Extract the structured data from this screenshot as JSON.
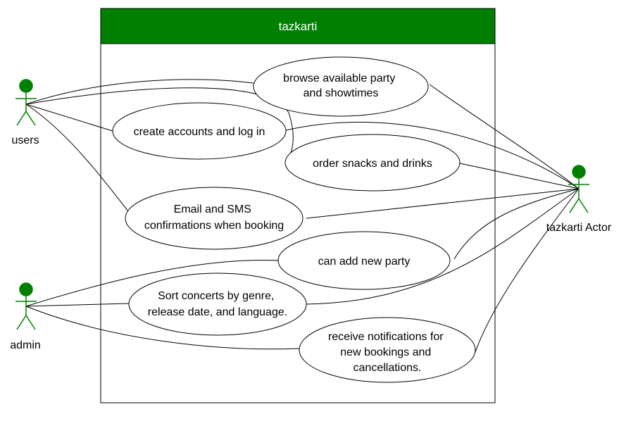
{
  "system": {
    "title": "tazkarti",
    "header_color": "#008000"
  },
  "actors": [
    {
      "id": "users",
      "label": "users",
      "color": "#008000"
    },
    {
      "id": "admin",
      "label": "admin",
      "color": "#008000"
    },
    {
      "id": "tazkarti-actor",
      "label": "tazkarti Actor",
      "color": "#008000"
    }
  ],
  "use_cases": [
    {
      "id": "browse",
      "lines": [
        "browse available party",
        "and showtimes"
      ]
    },
    {
      "id": "accounts",
      "lines": [
        "create accounts and log in"
      ]
    },
    {
      "id": "snacks",
      "lines": [
        "order snacks and drinks"
      ]
    },
    {
      "id": "email",
      "lines": [
        "Email and SMS",
        "confirmations when booking"
      ]
    },
    {
      "id": "add-party",
      "lines": [
        "can add new party"
      ]
    },
    {
      "id": "sort",
      "lines": [
        "Sort concerts by genre,",
        "release date, and language."
      ]
    },
    {
      "id": "notify",
      "lines": [
        "receive notifications for",
        "new bookings and",
        "cancellations."
      ]
    }
  ]
}
